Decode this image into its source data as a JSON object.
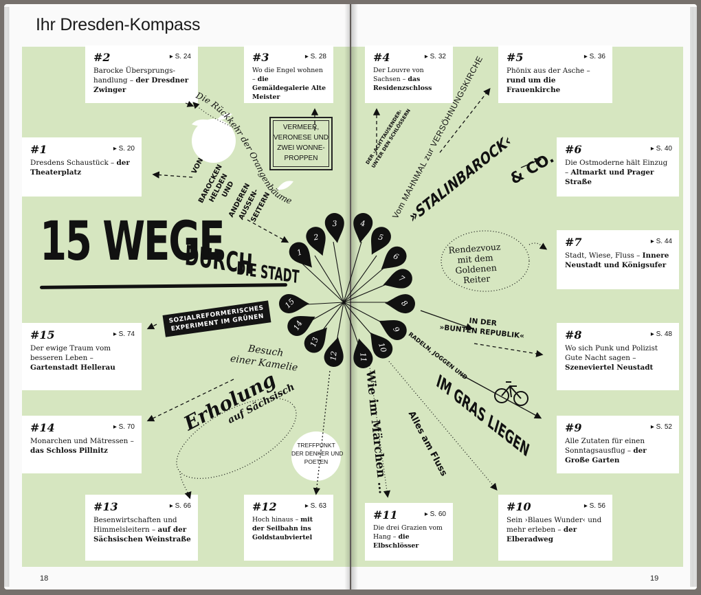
{
  "title": "Ihr Dresden-Kompass",
  "page_left": "18",
  "page_right": "19",
  "headline": {
    "big": "15 WEGE",
    "mid": "DURCH",
    "small": "DIE STADT"
  },
  "routes": [
    {
      "num": "#1",
      "ref": "▸ S. 20",
      "text": "Dresdens Schaustück – ",
      "bold": "der Theaterplatz"
    },
    {
      "num": "#2",
      "ref": "▸ S. 24",
      "text": "Barocke Übersprungs-handlung – ",
      "bold": "der Dresdner Zwinger"
    },
    {
      "num": "#3",
      "ref": "▸ S. 28",
      "text": "Wo die Engel wohnen – ",
      "bold": "die Gemäldegalerie Alte Meister"
    },
    {
      "num": "#4",
      "ref": "▸ S. 32",
      "text": "Der Louvre von Sachsen – ",
      "bold": "das Residenzschloss"
    },
    {
      "num": "#5",
      "ref": "▸ S. 36",
      "text": "Phönix aus der Asche – ",
      "bold": "rund um die Frauenkirche"
    },
    {
      "num": "#6",
      "ref": "▸ S. 40",
      "text": "Die Ostmoderne hält Einzug – ",
      "bold": "Altmarkt und Prager Straße"
    },
    {
      "num": "#7",
      "ref": "▸ S. 44",
      "text": "Stadt, Wiese, Fluss – ",
      "bold": "Innere Neustadt und Königsufer"
    },
    {
      "num": "#8",
      "ref": "▸ S. 48",
      "text": "Wo sich Punk und Polizist Gute Nacht sagen – ",
      "bold": "Szeneviertel Neustadt"
    },
    {
      "num": "#9",
      "ref": "▸ S. 52",
      "text": "Alle Zutaten für einen Sonntagsausflug – ",
      "bold": "der Große Garten"
    },
    {
      "num": "#10",
      "ref": "▸ S. 56",
      "text": "Sein ›Blaues Wunder‹ und mehr erleben – ",
      "bold": "der Elberadweg"
    },
    {
      "num": "#11",
      "ref": "▸ S. 60",
      "text": "Die drei Grazien vom Hang – ",
      "bold": "die Elbschlösser"
    },
    {
      "num": "#12",
      "ref": "▸ S. 63",
      "text": "Hoch hinaus – ",
      "bold": "mit der Seilbahn ins Goldstaubviertel"
    },
    {
      "num": "#13",
      "ref": "▸ S. 66",
      "text": "Besenwirtschaften und Himmelsleitern – ",
      "bold": "auf der Sächsischen Weinstraße"
    },
    {
      "num": "#14",
      "ref": "▸ S. 70",
      "text": "Monarchen und Mätressen – ",
      "bold": "das Schloss Pillnitz"
    },
    {
      "num": "#15",
      "ref": "▸ S. 74",
      "text": "Der ewige Traum vom besseren Leben – ",
      "bold": "Gartenstadt Hellerau"
    }
  ],
  "markers": [
    "1",
    "2",
    "3",
    "4",
    "5",
    "6",
    "7",
    "8",
    "9",
    "10",
    "11",
    "12",
    "13",
    "14",
    "15"
  ],
  "taglines": {
    "orangen": "Die Rückkehr der Orangenbäume",
    "vermeer": [
      "VERMEER,",
      "VERONESE UND",
      "ZWEI WONNE-",
      "PROPPEN"
    ],
    "barock": [
      "VON",
      "BAROCKEN",
      "HELDEN",
      "UND",
      "ANDEREN",
      "AUSSEN-",
      "SEITERN"
    ],
    "sozial": [
      "SOZIALREFORMERISCHES",
      "EXPERIMENT IM GRÜNEN"
    ],
    "kamelie": [
      "Besuch",
      "einer Kamelie"
    ],
    "erholung": [
      "Erholung",
      "auf Sächsisch"
    ],
    "treffpunkt": [
      "TREFFPUNKT",
      "DER DENKER UND",
      "POETEN"
    ],
    "maerchen": "Wie im Märchen ...",
    "fluss": "Alles am Fluss",
    "radeln": "RADELN, JOGGEN UND",
    "gras": "IM GRAS LIEGEN",
    "bunten": [
      "IN DER",
      "»BUNTEN REPUBLIK«"
    ],
    "rendezvous": [
      "Rendezvouz",
      "mit dem",
      "Goldenen",
      "Reiter"
    ],
    "stalin": "»STALINBAROCK‹",
    "co": "& CO.",
    "mahnmal": "Vom MAHNMAL zur VERSÖHNUNGSKIRCHE",
    "acht": [
      "DER ›ACHTTAUSENDER‹",
      "UNTER DEN SCHLÖSSERN"
    ]
  }
}
